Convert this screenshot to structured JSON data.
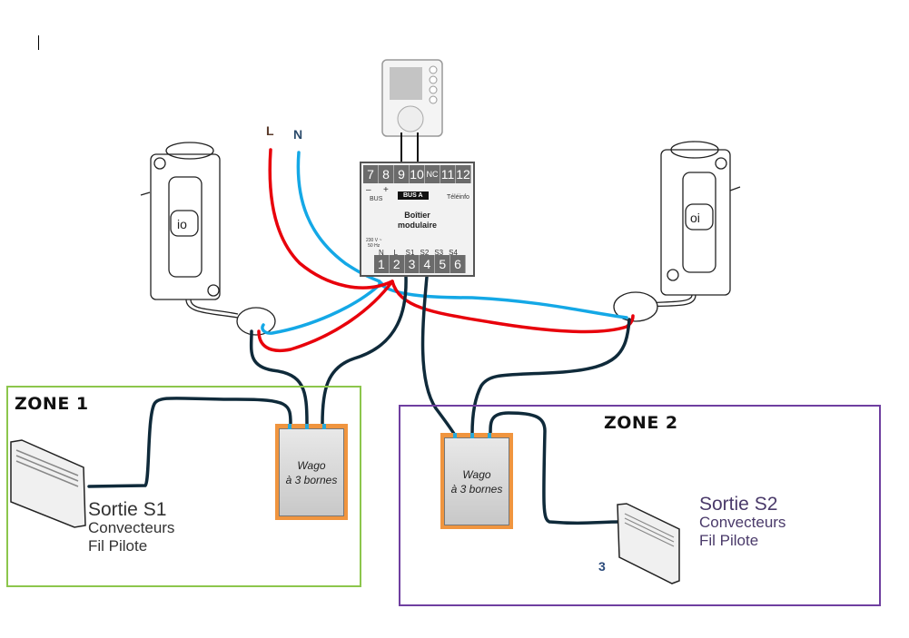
{
  "diagram": {
    "supply_labels": {
      "live": "L",
      "neutral": "N"
    },
    "module": {
      "title_line1": "Boîtier",
      "title_line2": "modulaire",
      "top_terminals": [
        "7",
        "8",
        "9",
        "10",
        "NC",
        "11",
        "12"
      ],
      "bottom_terminals": [
        "1",
        "2",
        "3",
        "4",
        "5",
        "6"
      ],
      "bus_label": "BUS",
      "bus_minus": "–",
      "bus_plus": "+",
      "bus_a_label": "BUS A",
      "teleinfo_label": "Téléinfo",
      "voltage_label_line1": "230 V ~",
      "voltage_label_line2": "50 Hz",
      "bottom_labels": [
        "N",
        "L",
        "S1",
        "S2",
        "S3",
        "S4"
      ]
    },
    "thermostat": {
      "name": "thermostat"
    },
    "io_receivers": [
      {
        "logo": "io"
      },
      {
        "logo": "oi"
      }
    ],
    "zones": [
      {
        "title": "ZONE 1",
        "wago": {
          "line1": "Wago",
          "line2": "à 3 bornes"
        },
        "output": {
          "line1": "Sortie S1",
          "line2": "Convecteurs",
          "line3": "Fil Pilote"
        },
        "border_color": "#8cc64c"
      },
      {
        "title": "ZONE 2",
        "wago": {
          "line1": "Wago",
          "line2": "à 3 bornes"
        },
        "output": {
          "line1": "Sortie S2",
          "line2": "Convecteurs",
          "line3": "Fil Pilote"
        },
        "border_color": "#6f3fa0"
      }
    ],
    "stray_glyph": "3",
    "wire_colors": {
      "live": "#e8000b",
      "neutral": "#14a8e6",
      "pilot": "#0f2a3a"
    }
  }
}
